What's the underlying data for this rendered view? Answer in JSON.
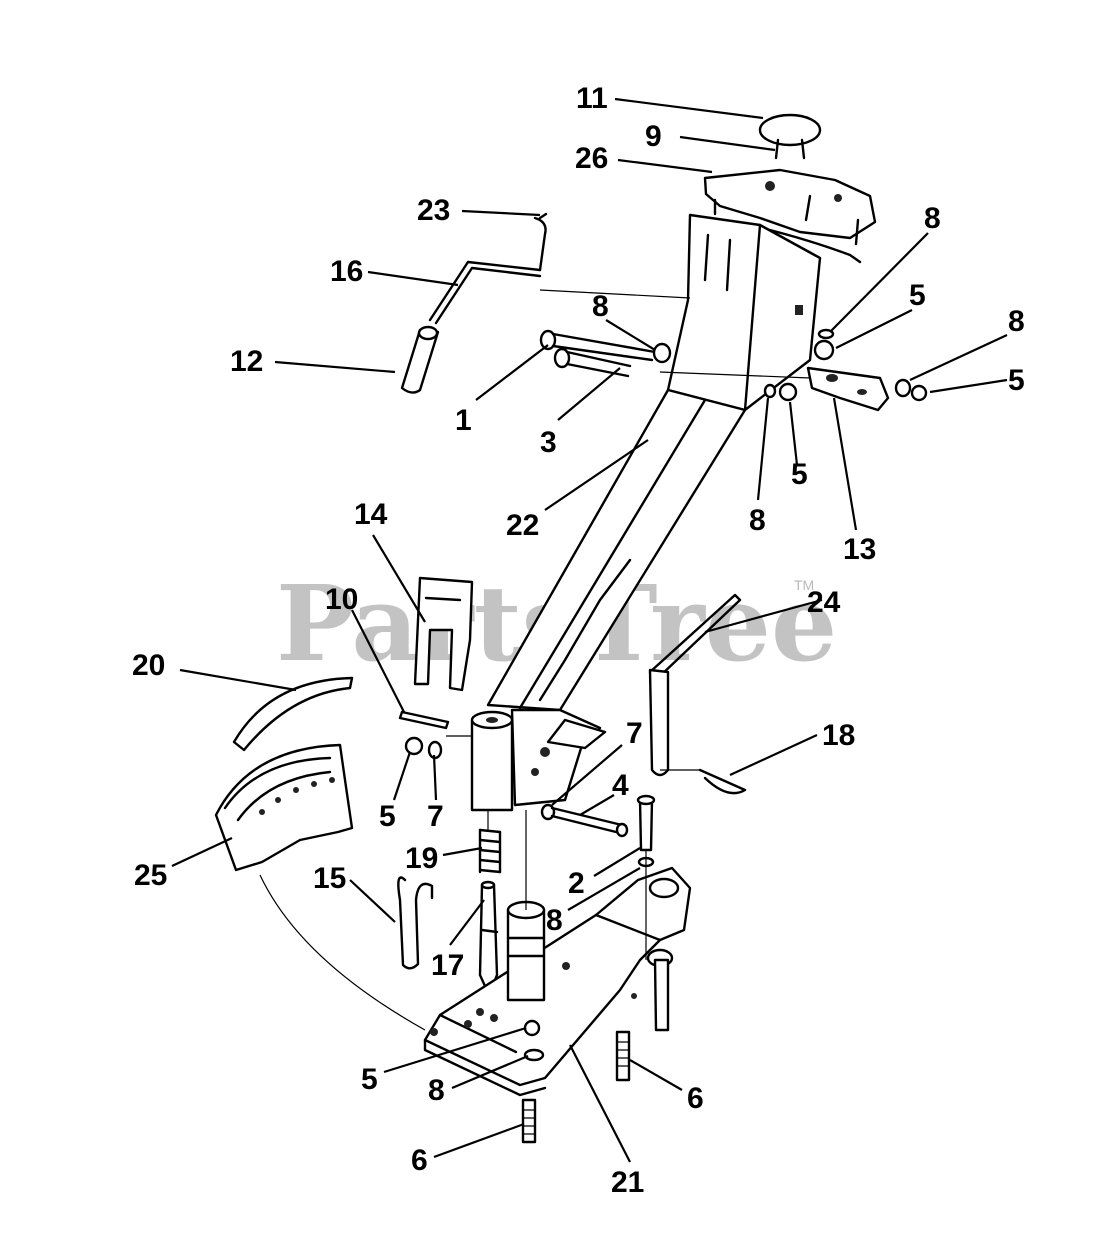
{
  "watermark": {
    "text": "PartsTree",
    "trademark": "TM"
  },
  "callouts": [
    {
      "id": "c11",
      "label": "11"
    },
    {
      "id": "c9",
      "label": "9"
    },
    {
      "id": "c26",
      "label": "26"
    },
    {
      "id": "c23",
      "label": "23"
    },
    {
      "id": "c8a",
      "label": "8"
    },
    {
      "id": "c16",
      "label": "16"
    },
    {
      "id": "c5a",
      "label": "5"
    },
    {
      "id": "c8b",
      "label": "8"
    },
    {
      "id": "c8c",
      "label": "8"
    },
    {
      "id": "c12",
      "label": "12"
    },
    {
      "id": "c5b",
      "label": "5"
    },
    {
      "id": "c1",
      "label": "1"
    },
    {
      "id": "c3",
      "label": "3"
    },
    {
      "id": "c5c",
      "label": "5"
    },
    {
      "id": "c22",
      "label": "22"
    },
    {
      "id": "c8d",
      "label": "8"
    },
    {
      "id": "c13",
      "label": "13"
    },
    {
      "id": "c14",
      "label": "14"
    },
    {
      "id": "c24",
      "label": "24"
    },
    {
      "id": "c10",
      "label": "10"
    },
    {
      "id": "c20",
      "label": "20"
    },
    {
      "id": "c18",
      "label": "18"
    },
    {
      "id": "c7a",
      "label": "7"
    },
    {
      "id": "c4",
      "label": "4"
    },
    {
      "id": "c5d",
      "label": "5"
    },
    {
      "id": "c7b",
      "label": "7"
    },
    {
      "id": "c19",
      "label": "19"
    },
    {
      "id": "c2",
      "label": "2"
    },
    {
      "id": "c25",
      "label": "25"
    },
    {
      "id": "c15",
      "label": "15"
    },
    {
      "id": "c8e",
      "label": "8"
    },
    {
      "id": "c17",
      "label": "17"
    },
    {
      "id": "c5e",
      "label": "5"
    },
    {
      "id": "c8f",
      "label": "8"
    },
    {
      "id": "c6a",
      "label": "6"
    },
    {
      "id": "c6b",
      "label": "6"
    },
    {
      "id": "c21",
      "label": "21"
    }
  ]
}
